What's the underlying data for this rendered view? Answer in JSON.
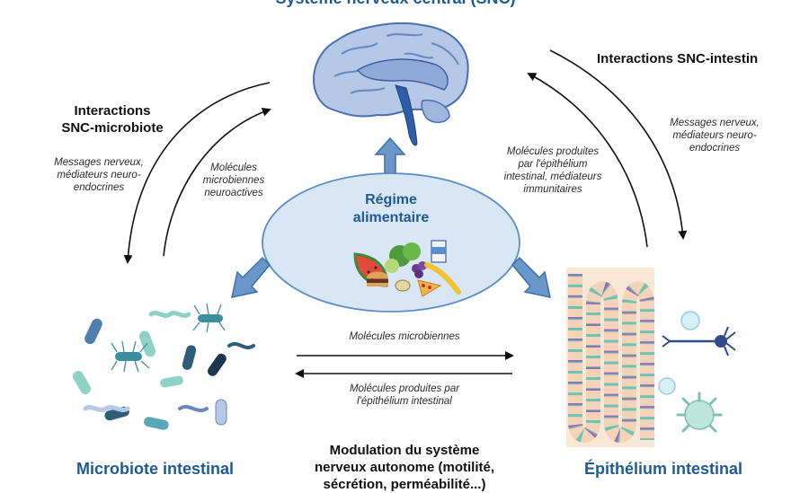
{
  "header": {
    "title": "Système nerveux central (SNC)"
  },
  "center_node": {
    "line1": "Régime",
    "line2": "alimentaire"
  },
  "nodes": {
    "microbiota": "Microbiote intestinal",
    "epithelium": "Épithélium intestinal"
  },
  "left_interactions": {
    "title_line1": "Interactions",
    "title_line2": "SNC-microbiote",
    "descending_line1": "Messages nerveux,",
    "descending_line2": "médiateurs neuro-",
    "descending_line3": "endocrines",
    "ascending_line1": "Molécules",
    "ascending_line2": "microbiennes",
    "ascending_line3": "neuroactives"
  },
  "right_interactions": {
    "title": "Interactions SNC-intestin",
    "descending_line1": "Messages nerveux,",
    "descending_line2": "médiateurs neuro-",
    "descending_line3": "endocrines",
    "ascending_line1": "Molécules produites",
    "ascending_line2": "par l'épithélium",
    "ascending_line3": "intestinal, médiateurs",
    "ascending_line4": "immunitaires"
  },
  "bottom_exchange": {
    "to_epithelium": "Molécules microbiennes",
    "to_microbiota_line1": "Molécules produites par",
    "to_microbiota_line2": "l'épithélium intestinal"
  },
  "bottom_text": {
    "line1": "Modulation du système",
    "line2": "nerveux autonome (motilité,",
    "line3": "sécrétion, perméabilité...)"
  },
  "colors": {
    "title_blue": "#1f5a93",
    "arrow_blue": "#6a97c9",
    "ellipse_fill": "#d8e6f5",
    "ellipse_stroke": "#5d8cc4",
    "bacteria_teal": "#3d8ea0",
    "bacteria_navy": "#2f5d78",
    "bacteria_mint": "#8fd1c4",
    "epithelium_peach": "#f4d3b8",
    "epithelium_teal": "#6fc3b2"
  }
}
